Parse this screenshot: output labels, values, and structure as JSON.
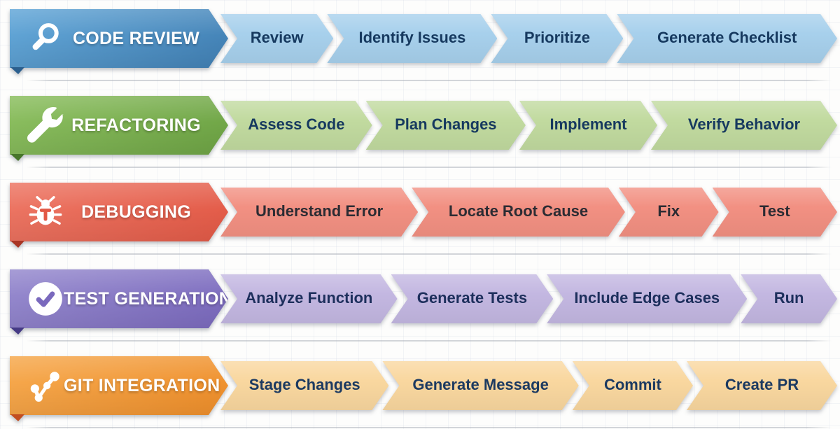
{
  "workflows": [
    {
      "title": "CODE REVIEW",
      "icon": "magnifier-icon",
      "steps": [
        "Review",
        "Identify Issues",
        "Prioritize",
        "Generate Checklist"
      ],
      "colors": {
        "header_from": "#63a7d8",
        "header_to": "#4180b4",
        "fold": "#2b5f8e",
        "step_bg": "#a7d0ec",
        "step_text": "#16395f"
      }
    },
    {
      "title": "REFACTORING",
      "icon": "wrench-icon",
      "steps": [
        "Assess Code",
        "Plan Changes",
        "Implement",
        "Verify Behavior"
      ],
      "colors": {
        "header_from": "#8cbf60",
        "header_to": "#6da344",
        "fold": "#47762a",
        "step_bg": "#c1da9f",
        "step_text": "#16395f"
      }
    },
    {
      "title": "DEBUGGING",
      "icon": "bug-icon",
      "steps": [
        "Understand Error",
        "Locate Root Cause",
        "Fix",
        "Test"
      ],
      "colors": {
        "header_from": "#ed7765",
        "header_to": "#e25946",
        "fold": "#a93524",
        "step_bg": "#f29082",
        "step_text": "#2c2c33"
      }
    },
    {
      "title": "TEST GENERATION",
      "icon": "check-circle-icon",
      "steps": [
        "Analyze Function",
        "Generate Tests",
        "Include Edge Cases",
        "Run"
      ],
      "colors": {
        "header_from": "#968ace",
        "header_to": "#7a69bd",
        "fold": "#453a85",
        "step_bg": "#c3b7e1",
        "step_text": "#1d2f5c"
      }
    },
    {
      "title": "GIT INTEGRATION",
      "icon": "git-branch-icon",
      "steps": [
        "Stage Changes",
        "Generate Message",
        "Commit",
        "Create PR"
      ],
      "colors": {
        "header_from": "#f6a94e",
        "header_to": "#ee8e2a",
        "fold": "#c24e20",
        "step_bg": "#f9d79f",
        "step_text": "#1c3a61"
      }
    }
  ]
}
